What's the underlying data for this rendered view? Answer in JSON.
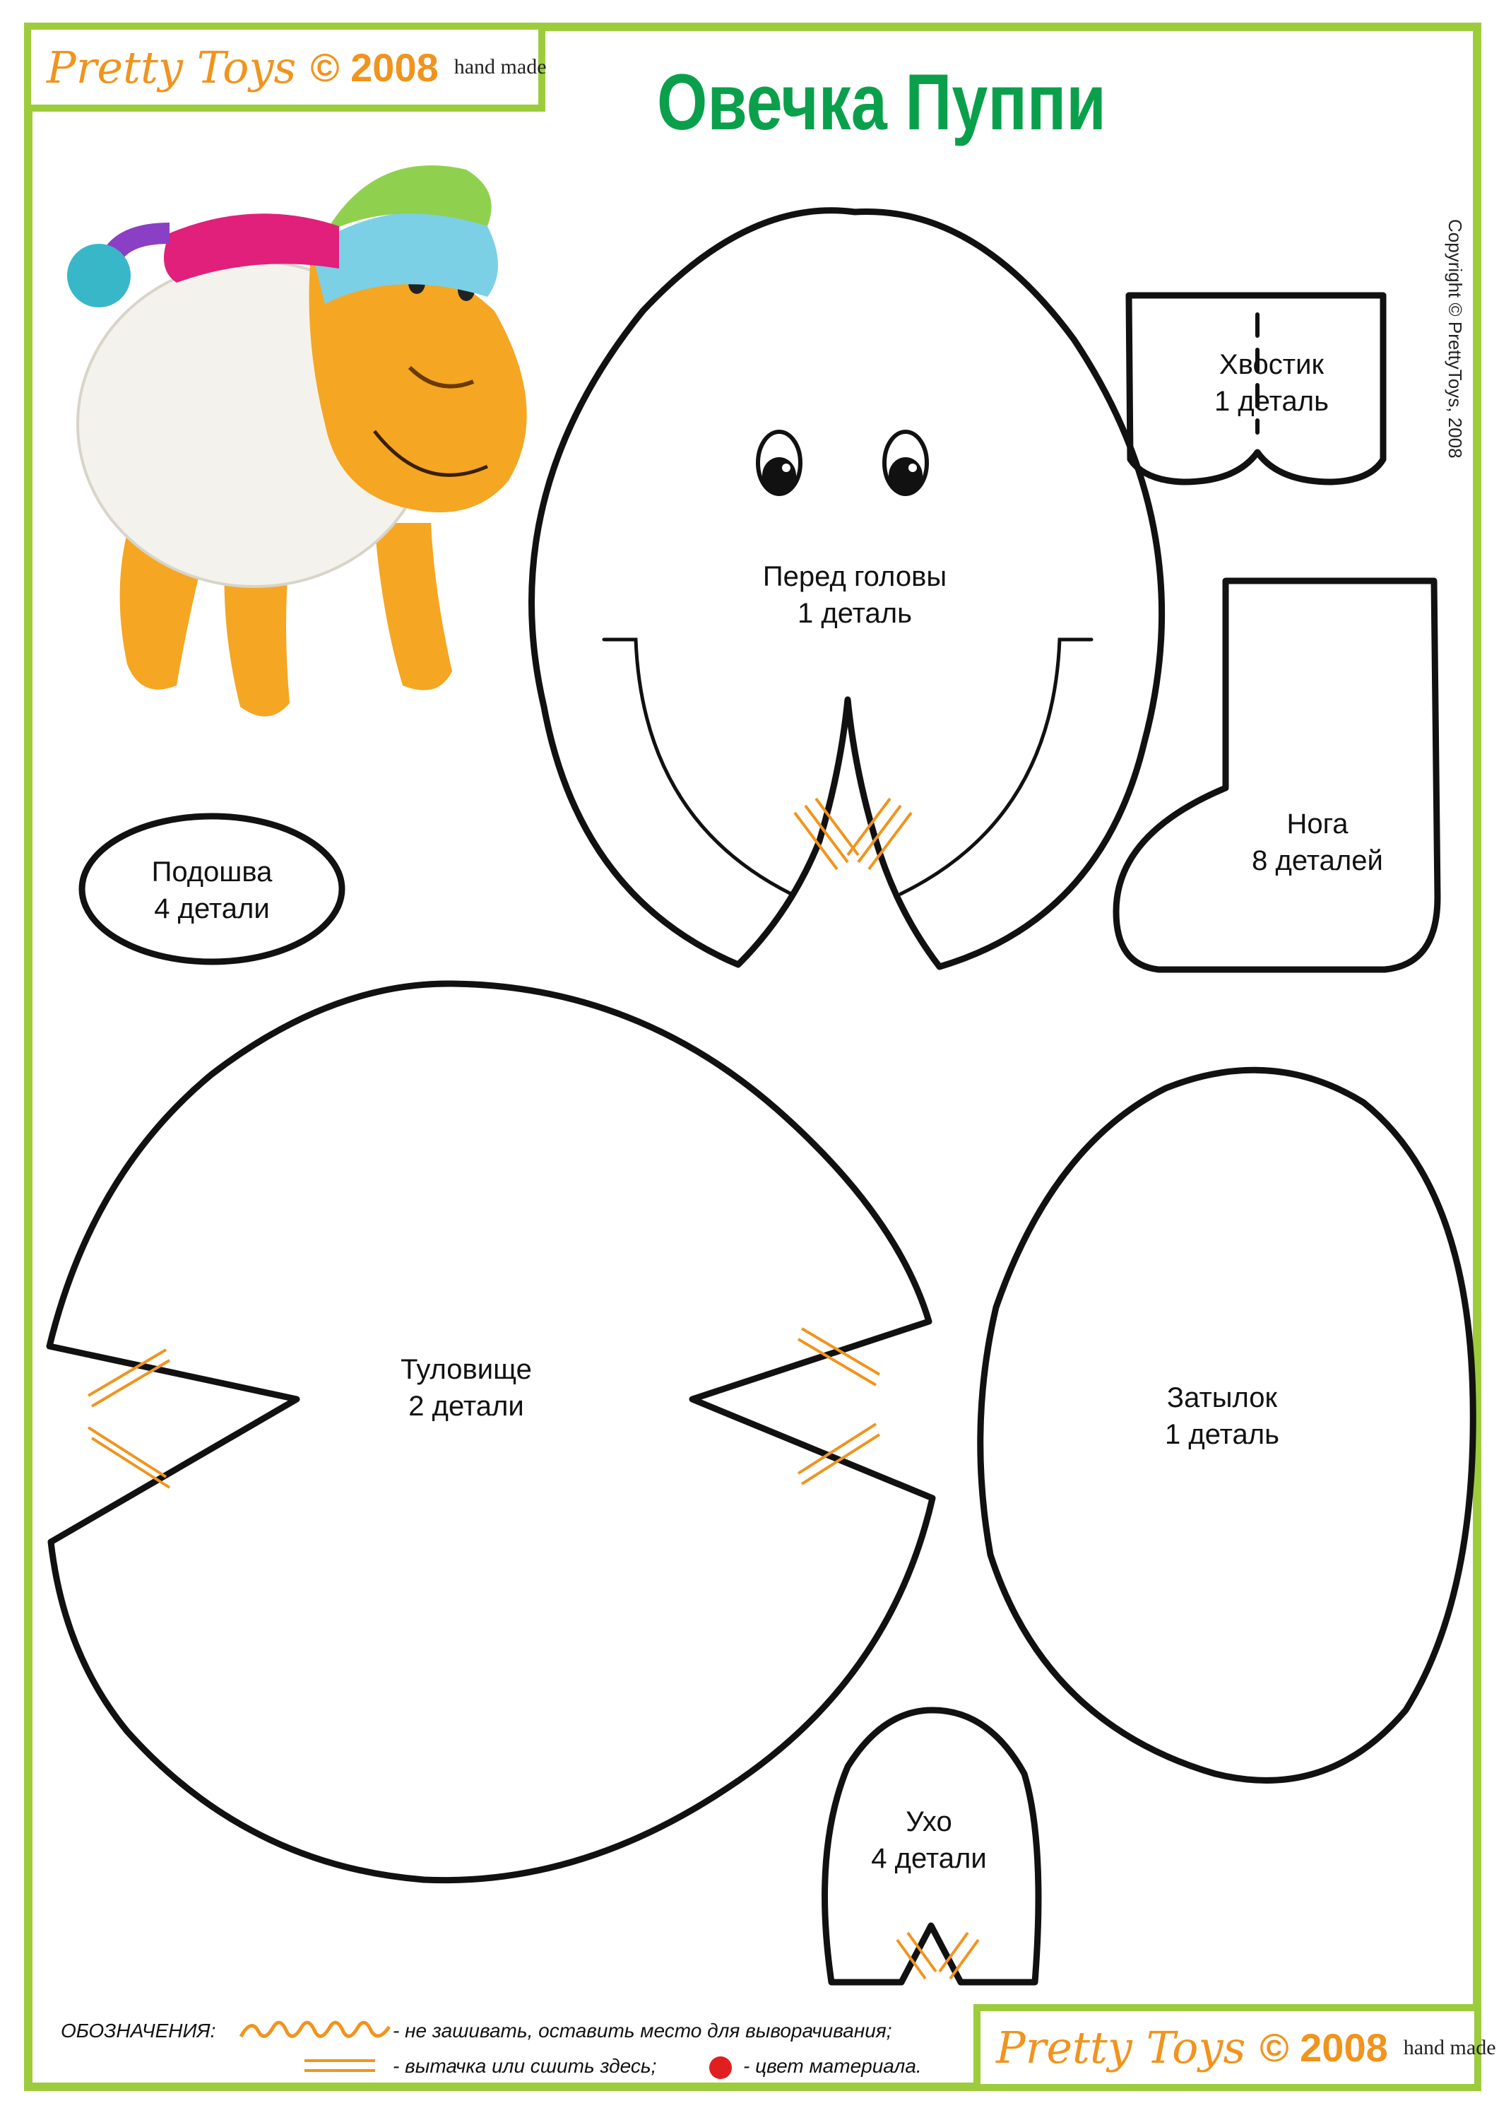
{
  "brand": {
    "logo": "Pretty Toys",
    "year": "© 2008",
    "handmade": "hand made"
  },
  "title": "Овечка Пуппи",
  "copyright": "Copyright © PrettyToys, 2008",
  "pieces": [
    {
      "name": "Перед головы",
      "count": "1 деталь"
    },
    {
      "name": "Хвостик",
      "count": "1 деталь"
    },
    {
      "name": "Нога",
      "count": "8 деталей"
    },
    {
      "name": "Подошва",
      "count": "4 детали"
    },
    {
      "name": "Туловище",
      "count": "2 детали"
    },
    {
      "name": "Затылок",
      "count": "1 деталь"
    },
    {
      "name": "Ухо",
      "count": "4 детали"
    }
  ],
  "legend": {
    "heading": "ОБОЗНАЧЕНИЯ:",
    "no_sew": "- не зашивать, оставить место  для выворачивания;",
    "dart": "- вытачка или сшить здесь;",
    "color": "- цвет материала."
  },
  "colors": {
    "frame": "#9ccc3c",
    "title": "#0aa04b",
    "accent": "#f0941e",
    "dot": "#e02020"
  }
}
